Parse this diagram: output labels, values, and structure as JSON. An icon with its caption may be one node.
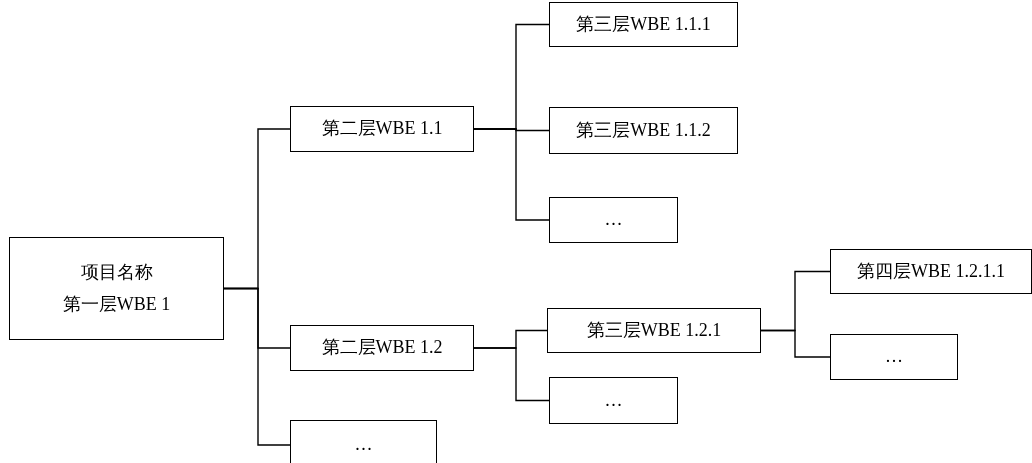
{
  "diagram": {
    "nodes": [
      {
        "text": [
          "项目名称",
          "第一层WBE 1"
        ]
      },
      {
        "text": [
          "第二层WBE 1.1"
        ]
      },
      {
        "text": [
          "第三层WBE 1.1.1"
        ]
      },
      {
        "text": [
          "第三层WBE 1.1.2"
        ]
      },
      {
        "text": [
          "…"
        ]
      },
      {
        "text": [
          "第二层WBE 1.2"
        ]
      },
      {
        "text": [
          "第三层WBE 1.2.1"
        ]
      },
      {
        "text": [
          "第四层WBE 1.2.1.1"
        ]
      },
      {
        "text": [
          "…"
        ]
      },
      {
        "text": [
          "…"
        ]
      },
      {
        "text": [
          "…"
        ]
      }
    ],
    "edges": [
      {
        "from": 0,
        "to": 1,
        "arrow": "none"
      },
      {
        "from": 0,
        "to": 5,
        "arrow": "none"
      },
      {
        "from": 0,
        "to": 10,
        "arrow": "none"
      },
      {
        "from": 1,
        "to": 2,
        "arrow": "none"
      },
      {
        "from": 1,
        "to": 3,
        "arrow": "none"
      },
      {
        "from": 1,
        "to": 4,
        "arrow": "none"
      },
      {
        "from": 5,
        "to": 6,
        "arrow": "none"
      },
      {
        "from": 5,
        "to": 9,
        "arrow": "none"
      },
      {
        "from": 6,
        "to": 7,
        "arrow": "none"
      },
      {
        "from": 6,
        "to": 8,
        "arrow": "none"
      }
    ]
  }
}
